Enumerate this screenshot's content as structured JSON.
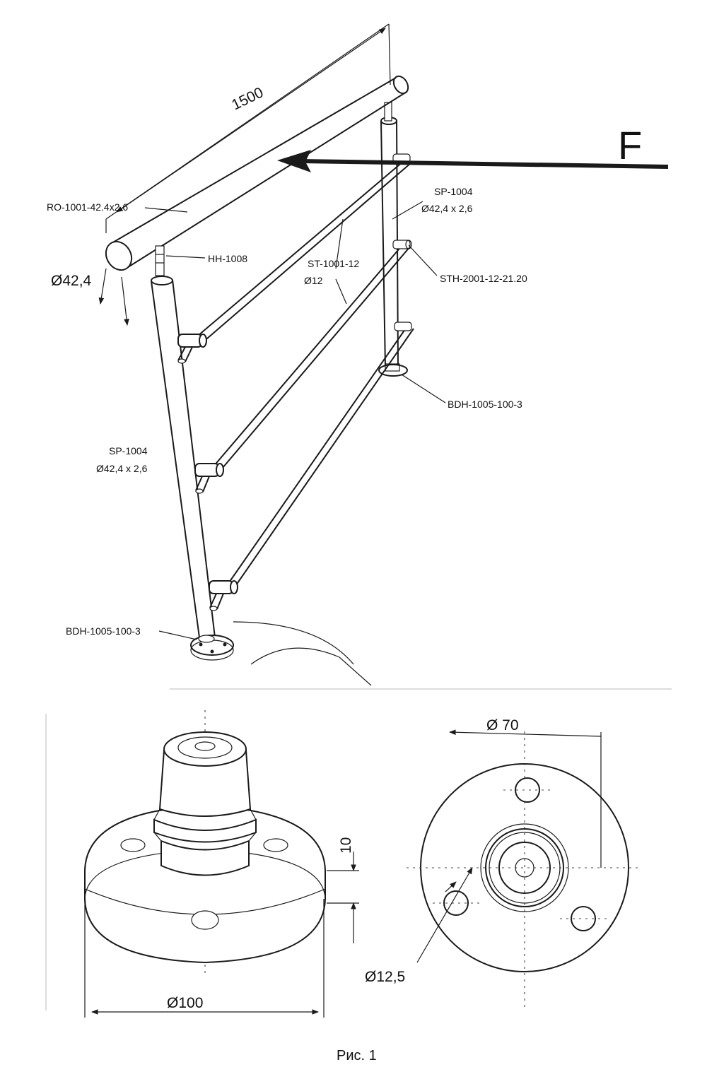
{
  "labels": {
    "length": "1500",
    "force": "F",
    "handrail": "RO-1001-42.4x2.6",
    "handrail_dia": "Ø42,4",
    "handrail_holder": "HH-1008",
    "post_right": "SP-1004",
    "post_right_dia": "Ø42,4 x 2,6",
    "crossbar": "ST-1001-12",
    "crossbar_dia": "Ø12",
    "crossbar_holder": "STH-2001-12-21.20",
    "base_right": "BDH-1005-100-3",
    "post_left": "SP-1004",
    "post_left_dia": "Ø42,4 x 2,6",
    "base_left": "BDH-1005-100-3",
    "flange_height": "10",
    "flange_dia": "Ø100",
    "bolt_circle_dia": "Ø 70",
    "hole_dia": "Ø12,5",
    "caption": "Рис. 1"
  }
}
